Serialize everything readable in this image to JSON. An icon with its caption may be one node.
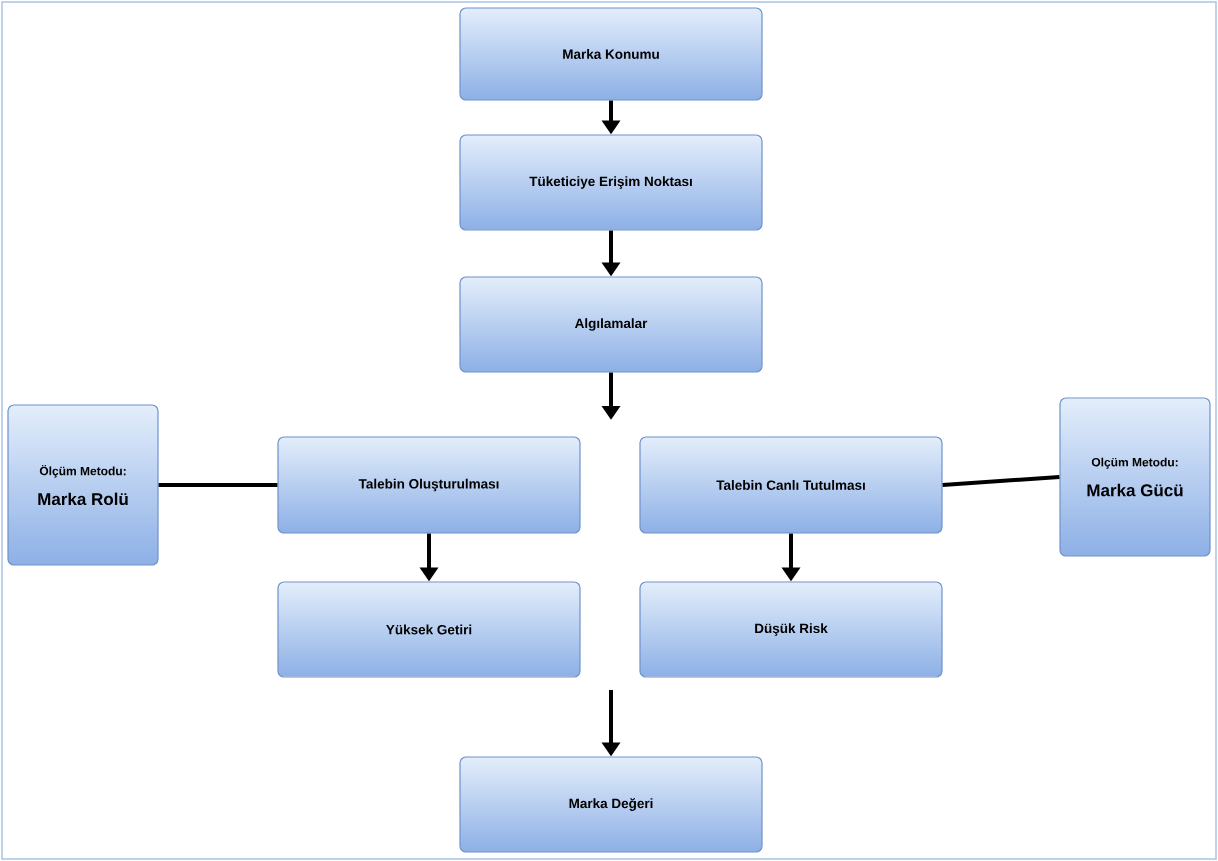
{
  "diagram": {
    "nodes": [
      {
        "text": [
          "Marka Konumu"
        ]
      },
      {
        "text": [
          "Tüketiciye Erişim Noktası"
        ]
      },
      {
        "text": [
          "Algılamalar"
        ]
      },
      {
        "text": [
          "Ölçüm Metodu:",
          "Marka Rolü"
        ]
      },
      {
        "text": [
          "Talebin Oluşturulması"
        ]
      },
      {
        "text": [
          "Talebin Canlı Tutulması"
        ]
      },
      {
        "text": [
          "Olçüm Metodu:",
          "Marka Gücü"
        ]
      },
      {
        "text": [
          "Yüksek Getiri"
        ]
      },
      {
        "text": [
          "Düşük Risk"
        ]
      },
      {
        "text": [
          "Marka Değeri"
        ]
      }
    ],
    "edges": [
      {
        "from": 0,
        "to": 1,
        "arrow": "to"
      },
      {
        "from": 1,
        "to": 2,
        "arrow": "to"
      },
      {
        "from": 2,
        "to": null,
        "arrow": "to"
      },
      {
        "from": 3,
        "to": 4,
        "arrow": "none"
      },
      {
        "from": 5,
        "to": 6,
        "arrow": "none"
      },
      {
        "from": 4,
        "to": 7,
        "arrow": "to"
      },
      {
        "from": 5,
        "to": 8,
        "arrow": "to"
      },
      {
        "from": null,
        "to": 9,
        "arrow": "to"
      }
    ]
  }
}
